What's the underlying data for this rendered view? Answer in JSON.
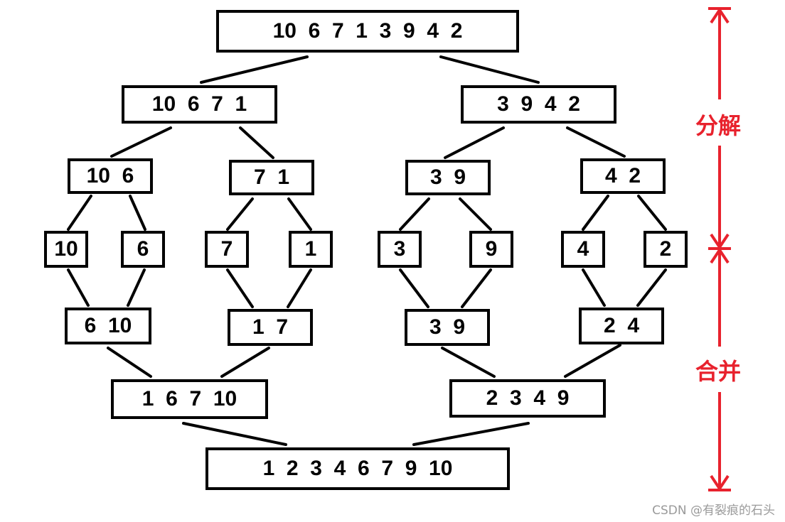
{
  "nodes": {
    "n0": "10  6  7  1  3  9  4  2",
    "n1": "10  6  7  1",
    "n2": "3  9  4  2",
    "n3": "10  6",
    "n4": "7  1",
    "n5": "3  9",
    "n6": "4  2",
    "n7": "10",
    "n8": "6",
    "n9": "7",
    "n10": "1",
    "n11": "3",
    "n12": "9",
    "n13": "4",
    "n14": "2",
    "n15": "6  10",
    "n16": "1  7",
    "n17": "3  9",
    "n18": "2  4",
    "n19": "1  6  7  10",
    "n20": "2  3  4  9",
    "n21": "1  2  3  4  6  7  9  10"
  },
  "labels": {
    "decompose": "分解",
    "merge": "合并"
  },
  "watermark": "CSDN @有裂痕的石头",
  "colors": {
    "arrow": "#e8222d",
    "box_border": "#000000"
  }
}
